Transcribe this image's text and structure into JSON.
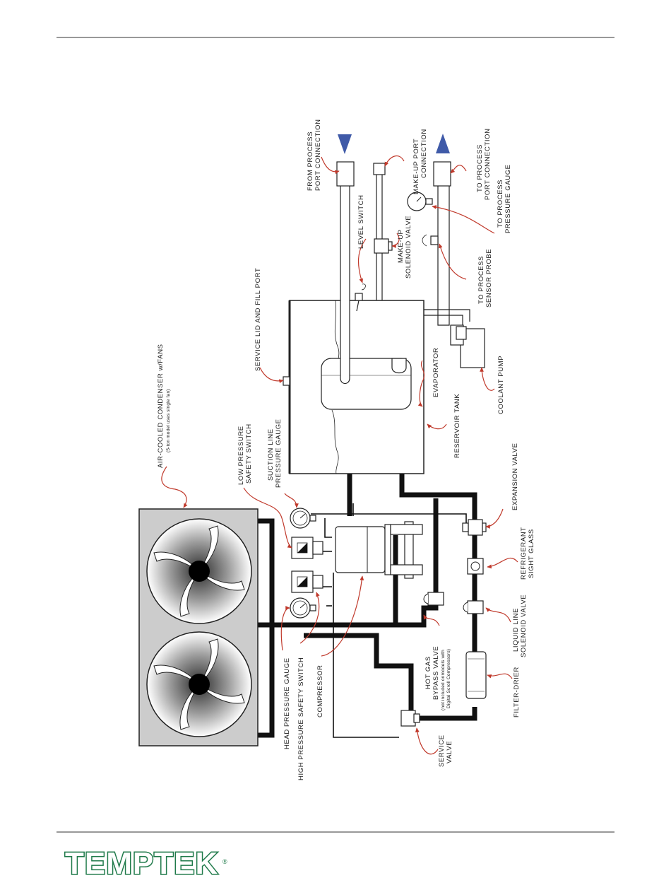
{
  "labels": {
    "from_process": [
      "FROM PROCESS",
      "PORT CONNECTION"
    ],
    "makeup_port": [
      "MAKE-UP PORT",
      "CONNECTION"
    ],
    "to_process_port": [
      "TO PROCESS",
      "PORT CONNECTION"
    ],
    "to_process_gauge": [
      "TO PROCESS",
      "PRESSURE GAUGE"
    ],
    "level_switch": [
      "LEVEL SWITCH"
    ],
    "makeup_solenoid": [
      "MAKE-UP",
      "SOLENOID VALVE"
    ],
    "to_process_probe": [
      "TO PROCESS",
      "SENSOR PROBE"
    ],
    "service_lid": [
      "SERVICE LID AND FILL PORT"
    ],
    "condenser": [
      "AIR-COOLED CONDENSER w/FANS"
    ],
    "condenser_note": "(5-ton model uses single fan)",
    "suction_gauge": [
      "SUCTION LINE",
      "PRESSURE GAUGE"
    ],
    "low_pressure": [
      "LOW PRESSURE",
      "SAFETY SWITCH"
    ],
    "evaporator": [
      "EVAPORATOR"
    ],
    "reservoir": [
      "RESERVOIR TANK"
    ],
    "coolant_pump": [
      "COOLANT PUMP"
    ],
    "expansion_valve": [
      "EXPANSION VALVE"
    ],
    "sight_glass": [
      "REFRIGERANT",
      "SIGHT GLASS"
    ],
    "liquid_solenoid": [
      "LIQUID LINE",
      "SOLENOID VALVE"
    ],
    "filter_drier": [
      "FILTER-DRIER"
    ],
    "hot_gas": [
      "HOT GAS",
      "BYPASS VALVE"
    ],
    "hot_gas_note": [
      "(not included onmodels with",
      "Digital Scroll Compressors)"
    ],
    "service_valve": [
      "SERVICE",
      "VALVE"
    ],
    "compressor": [
      "COMPRESSOR"
    ],
    "head_gauge": [
      "HEAD PRESSURE GAUGE"
    ],
    "high_pressure": [
      "HIGH PRESSURE SAFETY SWITCH"
    ]
  },
  "logo": {
    "text": "TEMPTEK",
    "registered": "®"
  },
  "colors": {
    "pipe": "#111111",
    "leader": "#c0392b",
    "flow_arrow": "#3f5aa8",
    "housing": "#cccccc",
    "logo": "#1f7a4a"
  }
}
